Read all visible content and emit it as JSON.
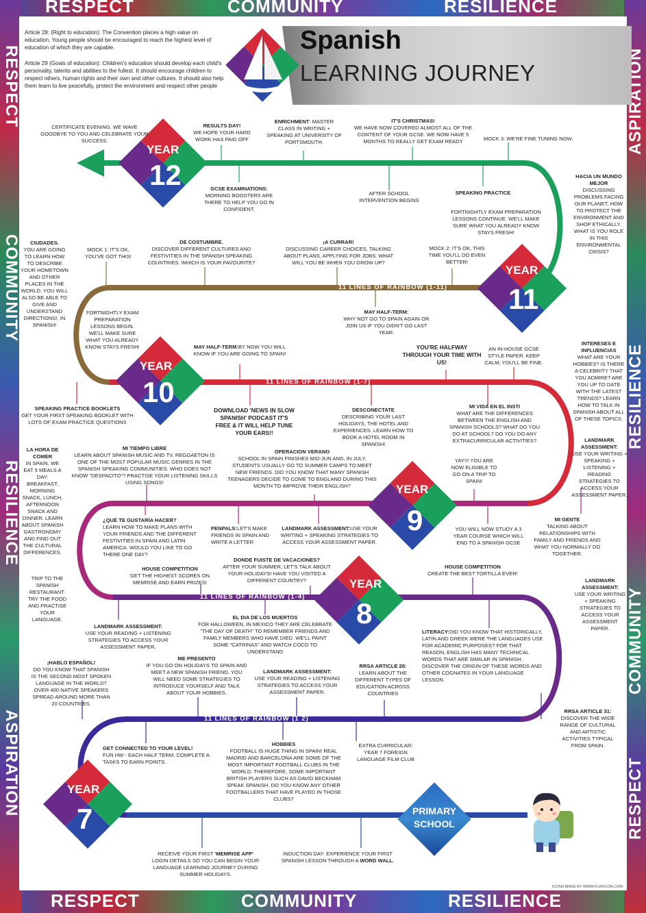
{
  "border": {
    "top": [
      "RESPECT",
      "COMMUNITY",
      "RESILIENCE"
    ],
    "bottom": [
      "RESPECT",
      "COMMUNITY",
      "RESILIENCE"
    ],
    "left": [
      "RESPECT",
      "COMMUNITY",
      "RESILIENCE",
      "ASPIRATION"
    ],
    "right": [
      "ASPIRATION",
      "RESILIENCE",
      "COMMUNITY",
      "RESPECT"
    ]
  },
  "header": {
    "title_main": "Spanish",
    "title_sub": "LEARNING JOURNEY",
    "article28": "Article 28: (Right to education): The Convention places a high value on education. Young people should be encouraged to reach the highest level of education of which they are capable.",
    "article29": "Article 29 (Goals of education): Children's education should develop each child's personality, talents and abilities to the fullest. It should encourage children to respect others, human rights and their own and other cultures. It should also help them learn to live peacefully, protect the environment and respect other people"
  },
  "years": {
    "y12": {
      "word": "YEAR",
      "num": "12"
    },
    "y11": {
      "word": "YEAR",
      "num": "11"
    },
    "y10": {
      "word": "YEAR",
      "num": "10"
    },
    "y9": {
      "word": "YEAR",
      "num": "9"
    },
    "y8": {
      "word": "YEAR",
      "num": "8"
    },
    "y7": {
      "word": "YEAR",
      "num": "7"
    },
    "primary": {
      "line1": "PRIMARY",
      "line2": "SCHOOL"
    }
  },
  "rainbow": {
    "r11": "11 LINES OF RAINBOW (1-11)",
    "r7": "11 LINES OF RAINBOW (1-7)",
    "r4": "11 LINES OF RAINBOW (1-4)",
    "r2": "11 LINES OF RAINBOW (1 2)"
  },
  "notes": {
    "cert": "CERTIFICATE EVENING. WE WAVE GOODBYE TO YOU AND CELEBRATE YOUR SUCCESS.",
    "results_h": "RESULTS DAY!",
    "results_t": "WE HOPE YOUR HARD WORK HAS PAID OFF",
    "enrich_h": "ENRICHMENT",
    "enrich_t": ": MASTER CLASS IN WRITING + SPEAKING AT UNIVERSITY OF PORTSMOUTH.",
    "xmas_h": "IT'S CHRISTMAS!",
    "xmas_t": "WE HAVE NOW COVERED ALMOST ALL OF THE CONTENT OF YOUR GCSE. WE NOW HAVE 5 MONTHS TO REALLY GET EXAM READY",
    "mock3": "MOCK 3: WE'RE FINE TUNING NOW.",
    "gcse_h": "GCSE EXAMINATIONS:",
    "gcse_t": "MORNING BOOSTERS ARE THERE TO HELP YOU GO IN CONFIDENT.",
    "afterschool": "AFTER SCHOOL INTERVENTION BEGINS",
    "speaking_h": "SPEAKING PRACTICE",
    "fortnightly1": "FORTNIGHTLY EXAM PREPARATION LESSONS CONTINUE. WE'LL MAKE SURE WHAT YOU ALREADY KNOW STAYS FRESH!",
    "hacia_h": "HACIA UN MUNDO MEJOR",
    "hacia_t": "DISCUSSING PROBLEMS FACING OUR PLANET, HOW TO PROTECT THE ENVIRONMENT AND SHOP ETHICALLY. WHAT IS YOU ROLE IN THIS ENVIRONMENTAL CRISIS?",
    "ciudades_h": "CIUDADES.",
    "ciudades_t": "YOU ARE GOING TO LEARN HOW TO DESCRIBE YOUR HOMETOWN AND OTHER PLACES IN THE WORLD. YOU WILL ALSO BE ABLE TO GIVE AND UNDERSTAND DIRECTIONS!, IN SPANISH!",
    "mock1": "MOCK 1: IT'S OK, YOU'VE GOT THIS!",
    "costumbre_h": "DE COSTUMBRE.",
    "costumbre_t": "DISCOVER DIFFERENT CULTURES AND FESTIVITIES IN THE SPANISH SPEAKING COUNTRIES. WHICH IS YOUR FAVOURITE?",
    "currar_h": "¡A CURRAR!",
    "currar_t": "DISCUSSING CAREER CHOICES, TALKING ABOUT PLANS, APPLYING FOR JOBS. WHAT WILL YOU BE WHEN YOU GROW UP?",
    "mock2": "MOCK 2: IT'S OK, THIS TIME YOU'LL DO EVEN BETTER!",
    "mayhalf11_h": "MAY HALF-TERM:",
    "mayhalf11_t": "WHY NOT GO TO SPAIN AGAIN OR JOIN US IF YOU DIDN'T GO LAST YEAR.",
    "fortnightly2": "FORTNIGHTLY EXAM PREPARATION LESSONS BEGIN. WE'LL MAKE SURE WHAT YOU ALREADY KNOW STAYS FRESH!",
    "mayhalf10_h": "MAY HALF-TERM:",
    "mayhalf10_t": "BY NOW YOU WILL KNOW IF YOU ARE GOING TO SPAIN!",
    "halfway": "YOU'RE HALFWAY THROUGH YOUR TIME WITH US!",
    "inhouse": "AN IN-HOUSE GCSE STYLE PAPER. KEEP CALM, YOU'LL BE FINE.",
    "intereses_h": "INTERESES E INFLUENCIAS",
    "intereses_t": "WHAT ARE YOUR HOBBIES? IS THERE A CELEBRITY THAT YOU ADMIRE? ARE YOU UP TO DATE WITH THE LATEST TRENDS? LEARN HOW TO TALK IN SPANISH ABOUT ALL OF THESE TOPICS.",
    "booklets_h": "SPEAKING PRACTICE BOOKLETS",
    "booklets_t": "GET YOUR FIRST SPEAKING BOOKLET WITH LOTS OF EXAM PRACTICE QUESTIONS",
    "podcast": "DOWNLOAD 'NEWS IN SLOW SPANISH' PODCAST IT'S FREE & IT WILL HELP TUNE YOUR EARS!!",
    "desconectate_h": "DESCONECTATE",
    "desconectate_t": "DESCRIBING YOUR LAST HOLIDAYS, THE HOTEL AND EXPERIENCES. LEARN HOW TO BOOK A HOTEL ROOM IN SPANISH!",
    "mivida_h": "MI VIDA EN EL INSTI",
    "mivida_t": "WHAT ARE THE DIFFERENCES BETWEEN THE ENGLISH AND SPANISH SCHOOLS? WHAT DO YOU DO AT SCHOOL? DO YOU DO ANY EXTRACURRICULAR ACTIVITIES?",
    "landmark1_h": "LANDMARK ASSESSMENT:",
    "landmark1_t": "USE YOUR WRITING + SPEAKING + LISTENING + READING STRATEGIES TO ACCESS YOUR ASSESSMENT PAPER.",
    "horacomer_h": "LA HORA DE COMER",
    "horacomer_t": "IN SPAIN, WE EAT 5 MEALS A DAY: BREAKFAST, MORNING SNACK, LUNCH, AFTERNOON SNACK AND DINNER. LEARN ABOUT SPANISH GASTRONOMY AND FIND OUT THE CULTURAL DIFFERENCES.",
    "tiempolibre_h": "MI TIEMPO LIBRE",
    "tiempolibre_t": "LEARN ABOUT SPANISH MUSIC AND TV. REGGAETON IS ONE OF THE MOST POPULAR MUSIC GENRES IN THE SPANISH SPEAKING COMMUNITIES. WHO DOES NOT KNOW \"DESPACITO\"? PRACTISE YOUR LISTENING SKILLS USING SONGS!",
    "verano_h": "OPERACION VERANO",
    "verano_t": "SCHOOL IN SPAIN FINISHES MID-JUN AND, IN JULY, STUDENTS USUALLY GO TO SUMMER CAMPS TO MEET NEW FRIENDS. DID YOU KNOW THAT MANY SPANISH TEENAGERS DECIDE TO COME TO ENGLAND DURING THIS MONTH TO IMPROVE THEIR ENGLISH?",
    "yay": "YAY!!! YOU ARE NOW ELIGIBLE TO GO ON A TRIP TO SPAIN!",
    "gustaria_h": "¿QUÉ TE GUSTARÍA HACER?",
    "gustaria_t": "LEARN HOW TO MAKE PLANS WITH YOUR FRIENDS AND THE DIFFERENT FESTIVITIES IN SPAIN AND LATIN AMERICA. WOULD YOU LIKE TO GO THERE ONE DAY?",
    "penpals_h": "PENPALS:",
    "penpals_t": "LET'S MAKE FRIENDS IN SPAIN AND WRITE A LETTER",
    "landmark2_h": "LANDMARK ASSESSMENT:",
    "landmark2_t": "USE YOUR WRITING + SPEAKING STRATEGIES TO ACCESS YOUR ASSESSMENT PAPER.",
    "gcse3": "YOU WILL NOW STUDY A 3 YEAR COURSE WHICH WILL END TO A SPANISH GCSE",
    "migente_h": "MI GENTE",
    "migente_t": "TALKING ABOUT RELATIONSHIPS WITH FAMILY AND FRIENDS AND WHAT YOU NORMALLY DO TOGETHER.",
    "trip": "TRIP TO THE SPANISH RESTAURANT. TRY THE FOOD AND PRACTISE YOUR LANGUAGE.",
    "house1_h": "HOUSE COMPETITION",
    "house1_t": "GET THE HIGHEST SCORES ON MEMRISE AND EARN PRIZES!",
    "fuiste_h": "DONDE FUISTE DE VACACIONES?",
    "fuiste_t": "AFTER YOUR SUMMER, LET'S TALK ABOUT YOUR HOLIDAYS! HAVE YOU VISITED A DIFFERENT COUNTRY?",
    "house2_h": "HOUSE COMPETITION",
    "house2_t": "CREATE THE BEST TORTILLA EVER!",
    "landmark3_h": "LANDMARK ASSESSMENT:",
    "landmark3_t": "USE YOUR WRITING + SPEAKING STRATEGIES TO ACCESS YOUR ASSESSMENT PAPER.",
    "landmark4_h": "LANDMARK ASSESSMENT:",
    "landmark4_t": "USE YOUR READING + LISTENING STRATEGIES TO ACCESS YOUR ASSESSMENT PAPER.",
    "muertos_h": "EL DIA DE LOS MUERTOS",
    "muertos_t": "FOR HALLOWEEN, IN MEXICO THEY ARE CELEBRATE \"THE DAY OF DEATH\" TO REMEMBER FRIENDS AND FAMILY MEMBERS WHO HAVE DIED. WE'LL PAINT SOME \"CATRINAS\" AND WATCH COCO TO UNDERSTAND",
    "literacy_h": "LITERACY:",
    "literacy_t": "DID YOU KNOW THAT HISTORICALLY, LATIN AND GREEK WERE THE LANGUAGES USE FOR ACADEMIC PURPOSES? FOR THAT REASON, ENGLISH HAS MANY TECHNICAL WORDS THAT ARE SIMILAR IN SPANISH. DISCOVER THE ORIGIN OF THESE WORDS AND OTHER COGNATES IN YOUR LANGUAGE LESSON.",
    "hablo_h": "¡HABLO ESPAÑOL!",
    "hablo_t": "DO YOU KNOW THAT SPANISH IS THE SECOND MOST SPOKEN LANGUAGE IN THE WORLD? OVER 400 NATIVE SPEAKERS SPREAD AROUND MORE THAN 20 COUNTRIES.",
    "presento_h": "ME PRESENTO",
    "presento_t": "IF YOU GO ON HOLIDAYS TO SPAIN AND MEET A NEW SPANISH FRIEND, YOU WILL NEED SOME STRATEGIES TO INTRODUCE YOURSELF AND TALK ABOUT YOUR  HOBBIES.",
    "landmark5_h": "LANDMARK ASSESSMENT:",
    "landmark5_t": "USE YOUR READING + LISTENING STRATEGIES TO ACCESS YOUR ASSESSMENT PAPER.",
    "rrsa28_h": "RRSA ARTICLE 28:",
    "rrsa28_t": "LEARN ABOUT THE DIFFERENT TYPES OF EDUCATION ACROSS COUNTRIES",
    "rrsa31_h": "RRSA ARTICLE 31:",
    "rrsa31_t": "DISCOVER THE WIDE RANGE OF CULTURAL AND ARTISTIC ACTIVITIES TYPICAL FROM SPAIN.",
    "connected_h": "GET CONNECTED TO YOUR LEVEL!",
    "connected_t": "FUN HW - EACH HALF TERM, COMPLETE A TASKS TO EARN POINTS.",
    "hobbies_h": "HOBBIES",
    "hobbies_t": "FOOTBALL IS HUGE THING IN SPAIN! REAL MADRID AND BARCELONA ARE SOME OF THE MOST IMPORTANT FOOTBALL CLUBS IN THE WORLD. THEREFORE, SOME IMPORTANT BRITISH PLAYERS SUCH AS DAVID BECKHAM SPEAK SPANISH. DO YOU KNOW ANY OTHER FOOTBALLERS THAT HAVE PLAYED IN THOSE CLUBS?",
    "extra": "EXTRA CURRICULAR: YEAR 7 FOREIGN LANGUAGE FILM CLUB",
    "memrise_a": "RECEIVE YOUR FIRST ",
    "memrise_b": "'MEMRISE APP'",
    "memrise_c": " LOGIN DETAILS SO YOU CAN BEGIN YOUR LANGUAGE LEARNING JOURNEY DURING SUMMER HOLIDAYS.",
    "induction_a": "INDUCTION DAY: EXPERIENCE YOUR FIRST SPANISH LESSON THROUGH A ",
    "induction_b": "WORD WALL."
  },
  "credit": "ICONS MADE BY WWW.FLATICON.COM",
  "colors": {
    "green": "#1aa05a",
    "brown": "#8a6a3a",
    "red": "#d42a3a",
    "magenta": "#a8287a",
    "purple": "#6a2a8a",
    "indigo": "#3a2a9a",
    "blue": "#2a4aa8"
  }
}
